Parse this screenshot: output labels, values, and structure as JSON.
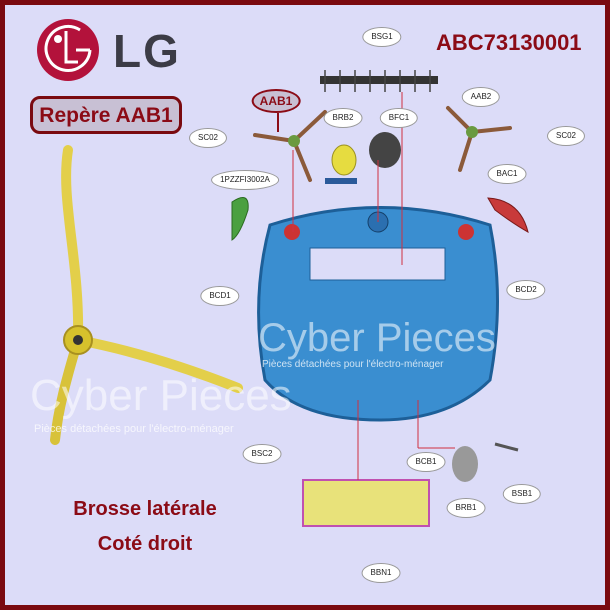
{
  "brand": {
    "name": "LG",
    "logo": "lg-circle-logo",
    "color": "#a50034"
  },
  "part_number": "ABC73130001",
  "reference": "Repère AAB1",
  "highlight_label": "AAB1",
  "title_line1": "Brosse latérale",
  "title_line2": "Coté droit",
  "watermark": {
    "name": "Cyber Pieces",
    "tagline": "Pièces détachées pour l'électro-ménager"
  },
  "callouts": [
    "BSG1",
    "BRB2",
    "BFC1",
    "AAB2",
    "SC02",
    "SC02",
    "1PZZFI3002A",
    "BAC1",
    "BCD1",
    "BCD2",
    "BSC2",
    "BCB1",
    "BRB1",
    "BSB1",
    "BBN1"
  ],
  "colors": {
    "frame": "#7a0a10",
    "background": "#dcdcf8",
    "accent": "#8b0b16"
  }
}
